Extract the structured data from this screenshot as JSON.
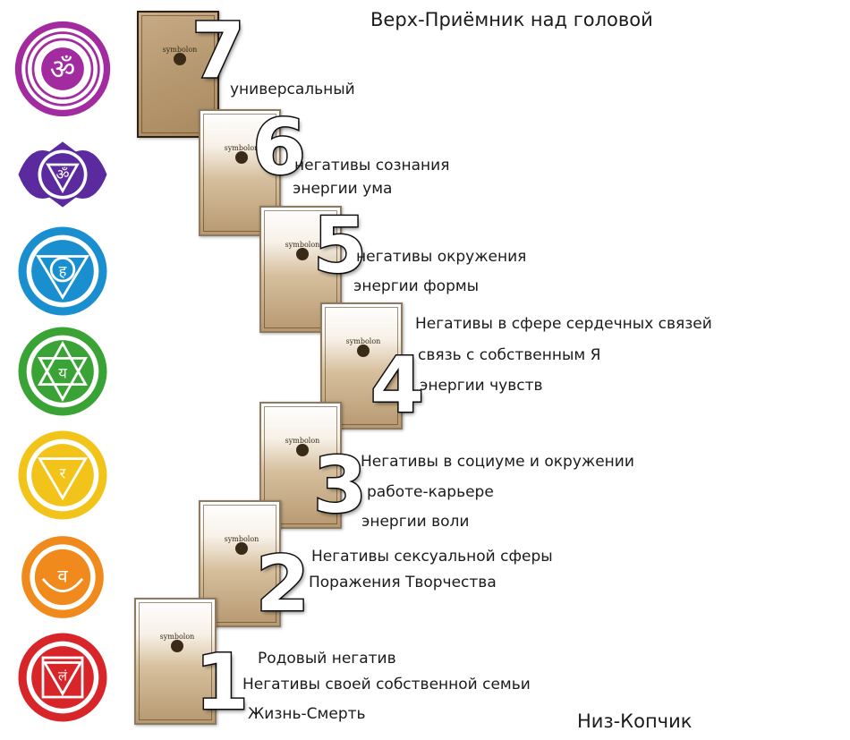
{
  "top_caption": "Верх-Приёмник над головой",
  "bottom_caption": "Низ-Копчик",
  "card_logo_text": "symbolon",
  "chakra_icons": [
    {
      "icon": "crown-chakra-icon",
      "color": "#a22ba0"
    },
    {
      "icon": "third-eye-chakra-icon",
      "color": "#5b2a9e"
    },
    {
      "icon": "throat-chakra-icon",
      "color": "#1a8fd0"
    },
    {
      "icon": "heart-chakra-icon",
      "color": "#3aa335"
    },
    {
      "icon": "solar-plexus-chakra-icon",
      "color": "#f2c318"
    },
    {
      "icon": "sacral-chakra-icon",
      "color": "#f08a1c"
    },
    {
      "icon": "root-chakra-icon",
      "color": "#d8252a"
    }
  ],
  "positions": [
    {
      "number": "7",
      "lines": [
        "универсальный"
      ]
    },
    {
      "number": "6",
      "lines": [
        "негативы сознания",
        "энергии ума"
      ]
    },
    {
      "number": "5",
      "lines": [
        "негативы окружения",
        "энергии формы"
      ]
    },
    {
      "number": "4",
      "lines": [
        "Негативы в сфере сердечных связей",
        "связь с собственным Я",
        "энергии чувств"
      ]
    },
    {
      "number": "3",
      "lines": [
        "Негативы в социуме и окружении",
        "работе-карьере",
        "энергии воли"
      ]
    },
    {
      "number": "2",
      "lines": [
        "Негативы сексуальной сферы",
        "Поражения Творчества"
      ]
    },
    {
      "number": "1",
      "lines": [
        "Родовый негатив",
        "Негативы своей собственной семьи",
        "Жизнь-Смерть"
      ]
    }
  ]
}
